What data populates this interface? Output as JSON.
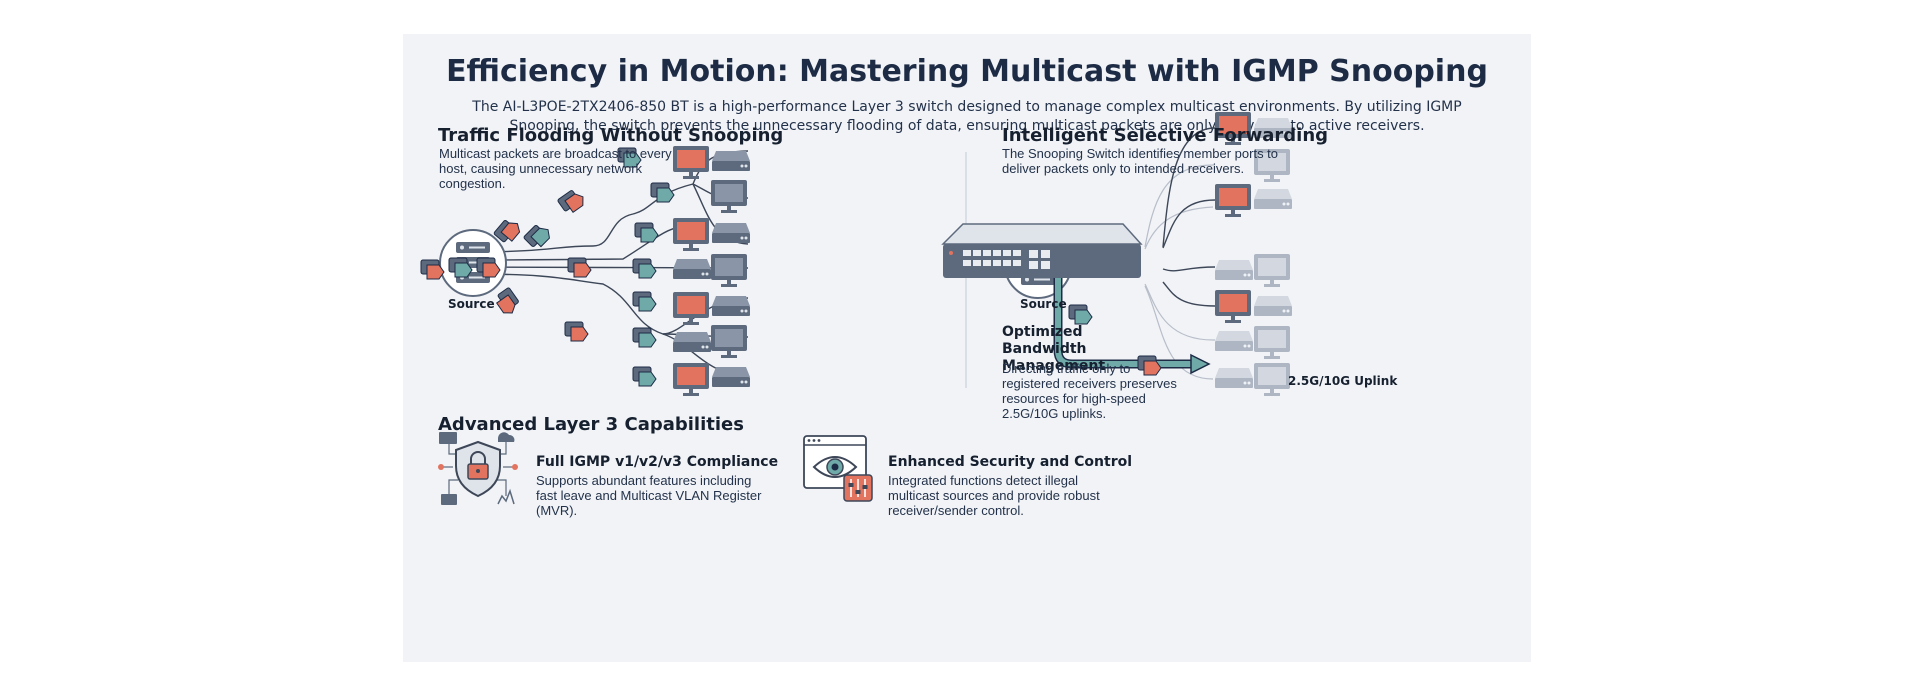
{
  "title": "Efficiency in Motion: Mastering Multicast with IGMP Snooping",
  "intro": "The AI-L3POE-2TX2406-850 BT is a high-performance Layer 3 switch designed to manage complex multicast environments. By utilizing IGMP Snooping, the switch prevents the unnecessary flooding of data, ensuring multicast packets are only delivered to active receivers.",
  "left": {
    "heading": "Traffic Flooding Without Snooping",
    "description": "Multicast packets are broadcast to every host, causing unnecessary network congestion.",
    "source_label": "Source"
  },
  "right": {
    "heading": "Intelligent Selective Forwarding",
    "description": "The Snooping Switch identifies member ports to deliver packets only to intended receivers.",
    "source_label": "Source",
    "bandwidth_heading": "Optimized Bandwidth Management",
    "bandwidth_text": "Directing traffic only to registered receivers preserves resources for high-speed 2.5G/10G uplinks.",
    "uplink_label": "2.5G/10G Uplink"
  },
  "capabilities": {
    "heading": "Advanced Layer 3 Capabilities",
    "items": [
      {
        "title": "Full IGMP v1/v2/v3 Compliance",
        "text": "Supports abundant features including fast leave and Multicast VLAN Register (MVR).",
        "icon": "shield-lock-icon"
      },
      {
        "title": "Enhanced Security and Control",
        "text": "Integrated functions detect illegal multicast sources and provide robust receiver/sender control.",
        "icon": "eye-control-icon"
      }
    ]
  },
  "colors": {
    "navy": "#1d2b45",
    "coral": "#e2735f",
    "teal": "#6fa9a8",
    "device_gray": "#5d6a7d",
    "panel": "#f1f3f7"
  }
}
